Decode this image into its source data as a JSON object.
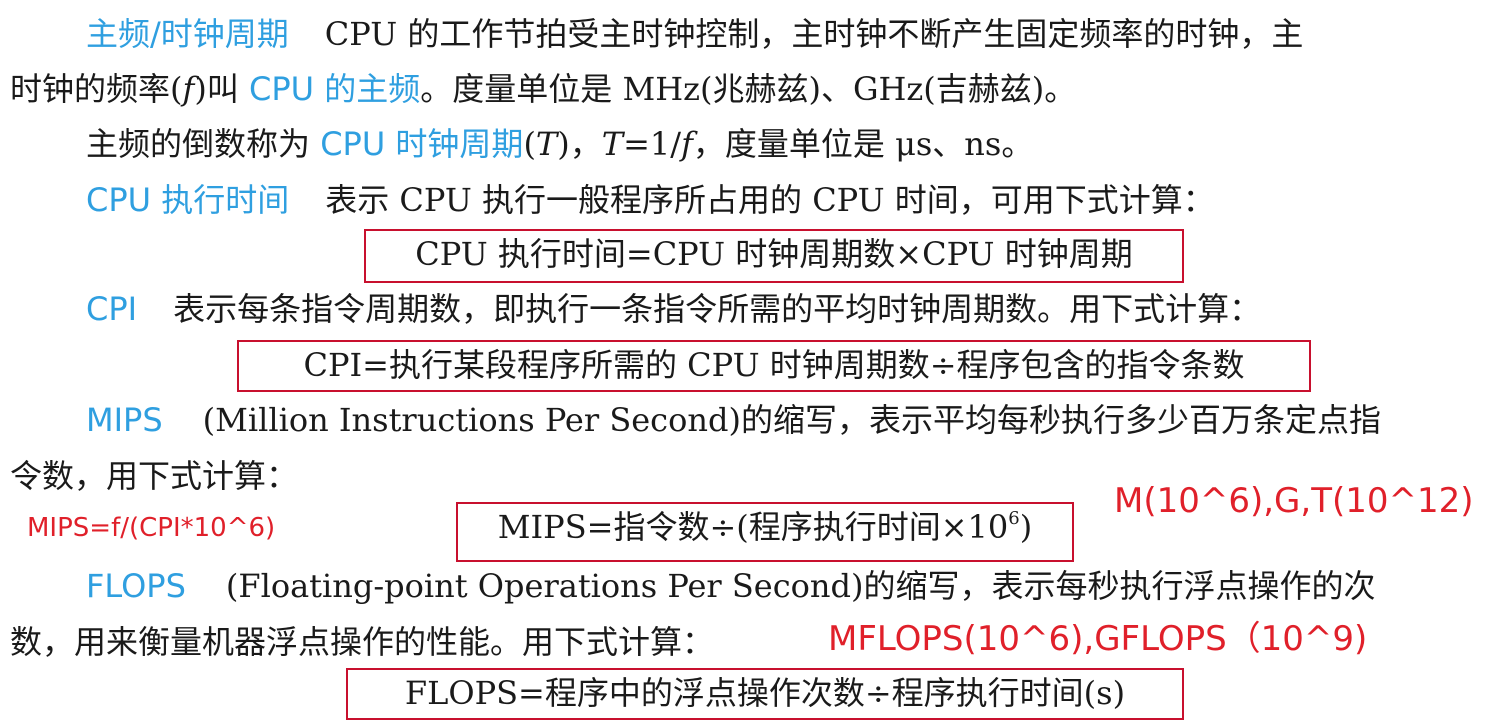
{
  "p1": {
    "term": "主频/时钟周期",
    "text_a": "CPU 的工作节拍受主时钟控制，主时钟不断产生固定频率的时钟，主",
    "text_b": "时钟的频率(",
    "var_f": "f",
    "text_c": ")叫 ",
    "term2": "CPU 的主频",
    "text_d": "。度量单位是 MHz(兆赫兹)、GHz(吉赫兹)。"
  },
  "p2": {
    "text_a": "主频的倒数称为 ",
    "term": "CPU 时钟周期",
    "text_b": "(",
    "var_T": "T",
    "text_c": ")，",
    "var_T2": "T",
    "text_d": "=1/",
    "var_f": "f",
    "text_e": "，度量单位是 μs、ns。"
  },
  "p3": {
    "term": "CPU 执行时间",
    "text": "表示 CPU 执行一般程序所占用的 CPU 时间，可用下式计算："
  },
  "formula1": "CPU 执行时间=CPU 时钟周期数×CPU 时钟周期",
  "p4": {
    "term": "CPI",
    "text": "表示每条指令周期数，即执行一条指令所需的平均时钟周期数。用下式计算："
  },
  "formula2": "CPI=执行某段程序所需的 CPU 时钟周期数÷程序包含的指令条数",
  "p5": {
    "term": "MIPS",
    "text_a": "(Million Instructions Per Second)的缩写，表示平均每秒执行多少百万条定点指",
    "text_b": "令数，用下式计算："
  },
  "formula3": {
    "main": "MIPS=指令数÷(程序执行时间×10",
    "exp": "6",
    "close": ")"
  },
  "p6": {
    "term": "FLOPS",
    "text_a": "(Floating-point Operations Per Second)的缩写，表示每秒执行浮点操作的次",
    "text_b": "数，用来衡量机器浮点操作的性能。用下式计算："
  },
  "formula4": "FLOPS=程序中的浮点操作次数÷程序执行时间(s)",
  "annotations": {
    "mips_formula": "MIPS=f/(CPI*10^6)",
    "units": "M(10^6),G,T(10^12)",
    "flops_units": "MFLOPS(10^6),GFLOPS（10^9)"
  },
  "colors": {
    "term": "#2f9fe0",
    "annotation": "#e0202a",
    "box_border": "#c8102e"
  }
}
